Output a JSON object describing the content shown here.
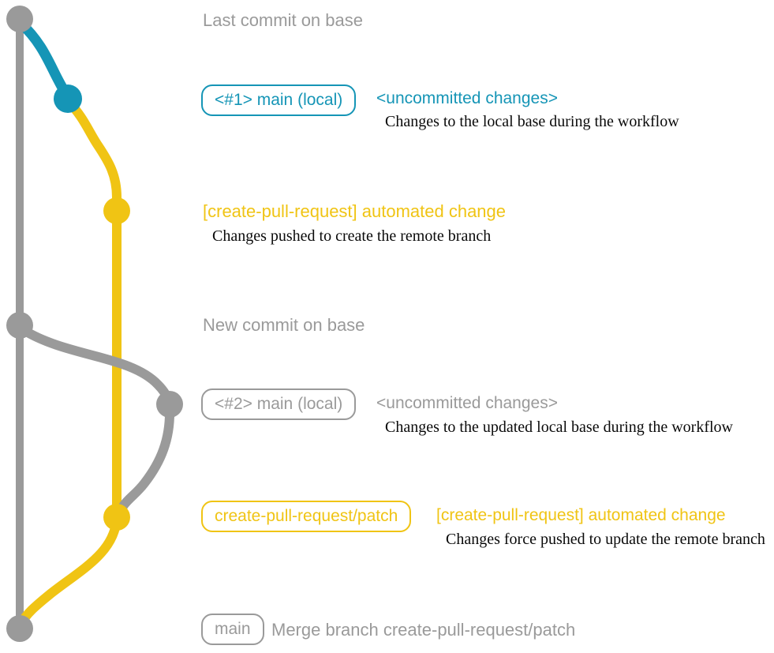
{
  "colors": {
    "gray": "#9a9a9a",
    "teal": "#1595b6",
    "yellow": "#f0c414",
    "desc": "#0a0a0a",
    "background": "#ffffff"
  },
  "graph": {
    "type": "git-branch-diagram",
    "branches": [
      {
        "name": "base",
        "color_key": "gray"
      },
      {
        "name": "main (local)",
        "color_key": "teal"
      },
      {
        "name": "create-pull-request/patch",
        "color_key": "yellow"
      }
    ],
    "commits": [
      {
        "id": "last-commit-on-base",
        "branch": "base",
        "color_key": "gray"
      },
      {
        "id": "local-uncommitted-1",
        "branch": "main (local)",
        "color_key": "teal"
      },
      {
        "id": "automated-change-1",
        "branch": "create-pull-request/patch",
        "color_key": "yellow"
      },
      {
        "id": "new-commit-on-base",
        "branch": "base",
        "color_key": "gray"
      },
      {
        "id": "local-uncommitted-2",
        "branch": "main (local)",
        "color_key": "gray"
      },
      {
        "id": "automated-change-2",
        "branch": "create-pull-request/patch",
        "color_key": "yellow"
      },
      {
        "id": "merge-commit",
        "branch": "base",
        "color_key": "gray"
      }
    ]
  },
  "annotations": {
    "last_commit": "Last commit on base",
    "row1_badge": "<#1> main (local)",
    "row1_title": "<uncommitted changes>",
    "row1_desc": "Changes to the local base during the workflow",
    "row2_title": "[create-pull-request] automated change",
    "row2_desc": "Changes pushed to create the remote branch",
    "new_commit": "New commit on base",
    "row3_badge": "<#2> main (local)",
    "row3_title": "<uncommitted changes>",
    "row3_desc": "Changes to the updated local base during the workflow",
    "row4_badge": "create-pull-request/patch",
    "row4_title": "[create-pull-request] automated change",
    "row4_desc": "Changes force pushed to update the remote branch",
    "merge_badge": "main",
    "merge_label": "Merge branch create-pull-request/patch"
  }
}
